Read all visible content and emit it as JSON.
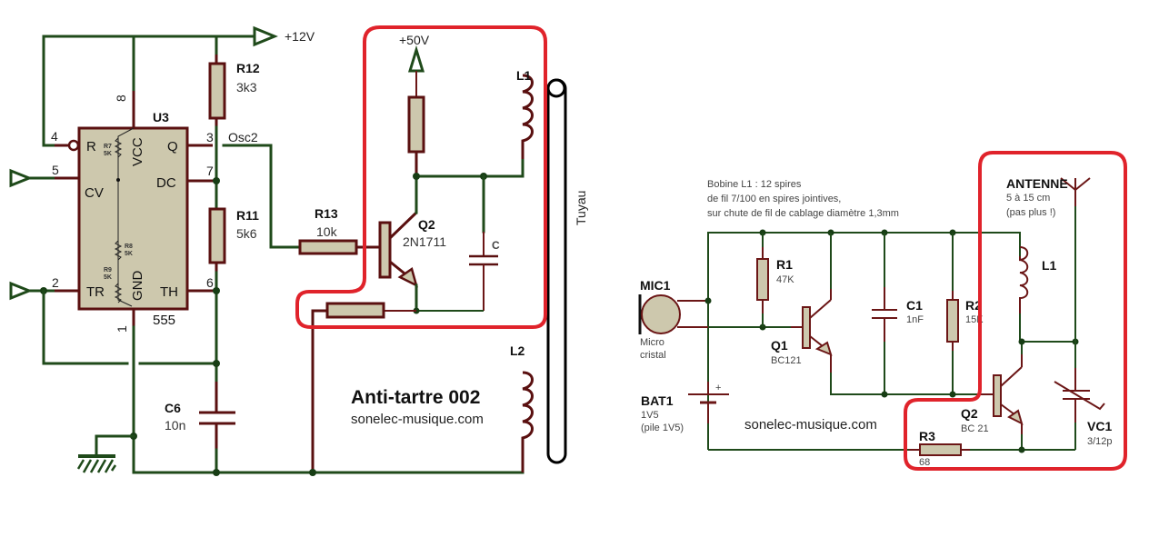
{
  "left_schematic": {
    "title": "Anti-tartre 002",
    "website": "sonelec-musique.com",
    "supply_12v": "+12V",
    "supply_50v": "+50V",
    "pipe_label": "Tuyau",
    "net_label": "Osc2",
    "u3": {
      "ref": "U3",
      "type": "555",
      "pins": {
        "reset": "R",
        "vcc": "VCC",
        "q": "Q",
        "cv": "CV",
        "dc": "DC",
        "tr": "TR",
        "gnd": "GND",
        "th": "TH"
      },
      "pin_numbers": {
        "p4": "4",
        "p5": "5",
        "p2": "2",
        "p3": "3",
        "p7": "7",
        "p6": "6",
        "p8": "8",
        "p1": "1"
      },
      "internal": [
        {
          "ref": "R7",
          "val": "5K"
        },
        {
          "ref": "R8",
          "val": "5K"
        },
        {
          "ref": "R9",
          "val": "5K"
        }
      ]
    },
    "r12": {
      "ref": "R12",
      "value": "3k3"
    },
    "r11": {
      "ref": "R11",
      "value": "5k6"
    },
    "r13": {
      "ref": "R13",
      "value": "10k"
    },
    "c6": {
      "ref": "C6",
      "value": "10n"
    },
    "q2": {
      "ref": "Q2",
      "value": "2N1711"
    },
    "c": {
      "ref": "C"
    },
    "l1": {
      "ref": "L1"
    },
    "l2": {
      "ref": "L2"
    }
  },
  "right_schematic": {
    "note_lines": [
      "Bobine L1 : 12 spires",
      "de fil 7/100 en spires jointives,",
      "sur chute de fil de cablage diamètre 1,3mm"
    ],
    "website": "sonelec-musique.com",
    "mic1": {
      "ref": "MIC1",
      "desc1": "Micro",
      "desc2": "cristal"
    },
    "r1": {
      "ref": "R1",
      "value": "47K"
    },
    "q1": {
      "ref": "Q1",
      "value": "BC121"
    },
    "c1": {
      "ref": "C1",
      "value": "1nF"
    },
    "r2": {
      "ref": "R2",
      "value": "15K"
    },
    "bat1": {
      "ref": "BAT1",
      "value": "1V5",
      "desc": "(pile 1V5)",
      "plus": "+"
    },
    "antenne": {
      "ref": "ANTENNE",
      "line1": "5 à 15 cm",
      "line2": "(pas plus !)"
    },
    "l1": {
      "ref": "L1"
    },
    "q2": {
      "ref": "Q2",
      "value": "BC  21"
    },
    "r3": {
      "ref": "R3",
      "value": "68"
    },
    "vc1": {
      "ref": "VC1",
      "value": "3/12p"
    }
  },
  "colors": {
    "wire": "#1f4a1a",
    "component": "#5a1010",
    "body_fill": "#cdc8ad",
    "highlight": "#e0232b"
  }
}
